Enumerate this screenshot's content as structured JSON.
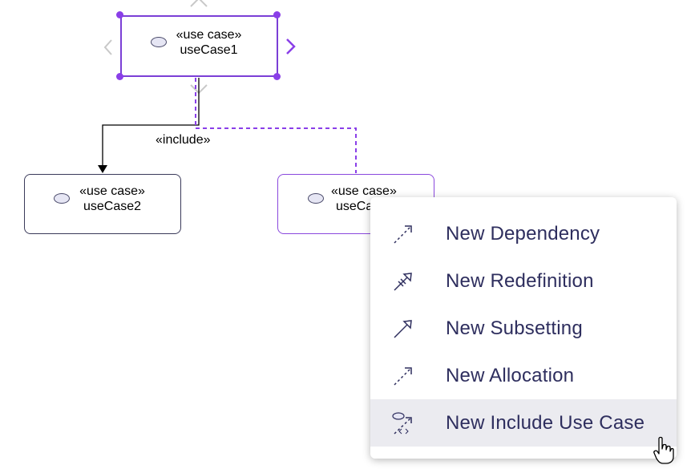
{
  "diagram": {
    "nodes": [
      {
        "id": "uc1",
        "stereotype": "«use case»",
        "name": "useCase1"
      },
      {
        "id": "uc2",
        "stereotype": "«use case»",
        "name": "useCase2"
      },
      {
        "id": "uc3",
        "stereotype": "«use case»",
        "name": "useCa"
      }
    ],
    "include_label": "«include»",
    "colors": {
      "selection": "#7b3fd6",
      "dashed_edge": "#8a3fe8",
      "menu_text": "#2e2e5e",
      "hover_bg": "#ebebf0"
    }
  },
  "context_menu": {
    "items": [
      {
        "label": "New Dependency",
        "icon": "dependency-icon"
      },
      {
        "label": "New Redefinition",
        "icon": "redefinition-icon"
      },
      {
        "label": "New Subsetting",
        "icon": "subsetting-icon"
      },
      {
        "label": "New Allocation",
        "icon": "allocation-icon"
      },
      {
        "label": "New Include Use Case",
        "icon": "include-use-case-icon",
        "hovered": true
      }
    ]
  }
}
